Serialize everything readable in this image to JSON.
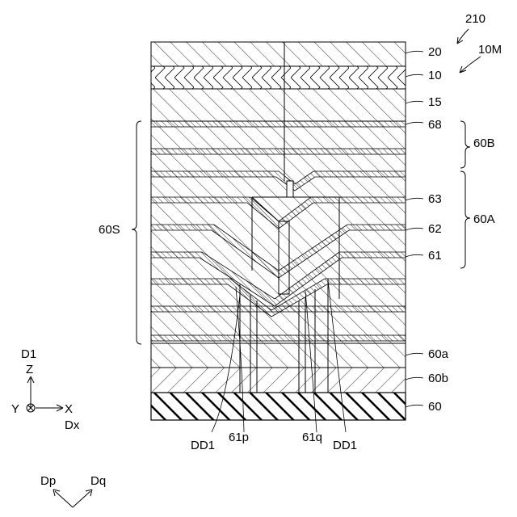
{
  "figure": {
    "ref_main": "210",
    "ref_10m": "10M"
  },
  "layers": {
    "l20": "20",
    "l10": "10",
    "l15": "15",
    "l68": "68",
    "l63": "63",
    "l62": "62",
    "l61": "61",
    "l60a": "60a",
    "l60b": "60b",
    "l60": "60"
  },
  "groups": {
    "g60B": "60B",
    "g60A": "60A",
    "g60S": "60S"
  },
  "bottom_labels": {
    "dd1_left": "DD1",
    "p61": "61p",
    "q61": "61q",
    "dd1_right": "DD1"
  },
  "axes": {
    "d1": "D1",
    "z": "Z",
    "y": "Y",
    "x": "X",
    "dx": "Dx",
    "dp": "Dp",
    "dq": "Dq"
  }
}
